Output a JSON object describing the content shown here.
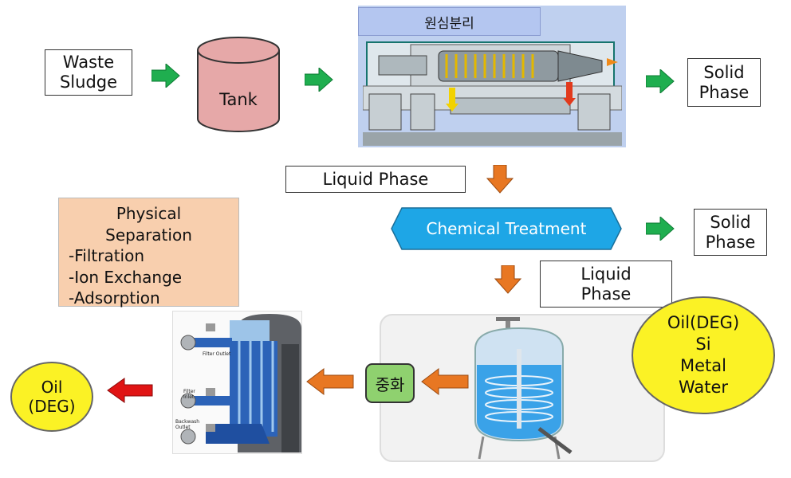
{
  "inputs": {
    "waste_sludge": "Waste\nSludge",
    "tank": "Tank"
  },
  "centrifuge": {
    "title": "원심분리"
  },
  "outputs": {
    "solid_phase_1": "Solid\nPhase",
    "liquid_phase_1": "Liquid Phase",
    "chemical_treatment": "Chemical Treatment",
    "solid_phase_2": "Solid\nPhase",
    "liquid_phase_2": "Liquid\nPhase"
  },
  "physical_separation": {
    "title": "Physical\nSeparation",
    "items": [
      "-Filtration",
      "-Ion Exchange",
      "-Adsorption"
    ]
  },
  "neutralization": "중화",
  "liquid_contents": "Oil(DEG)\nSi\nMetal\nWater",
  "oil_output": "Oil\n(DEG)",
  "filter_labels": {
    "outlet": "Filter Outlet",
    "inlet": "Filter\nInlet",
    "backwash": "Backwash\nOutlet"
  },
  "colors": {
    "green_arrow": "#1fae4f",
    "orange_arrow": "#e87722",
    "red_arrow": "#e01414",
    "tank_fill": "#e6a8a8",
    "chem_fill": "#1ea6e6",
    "yellow": "#fbf225",
    "peach": "#f8cfae",
    "neutral_green": "#8fd16f"
  }
}
